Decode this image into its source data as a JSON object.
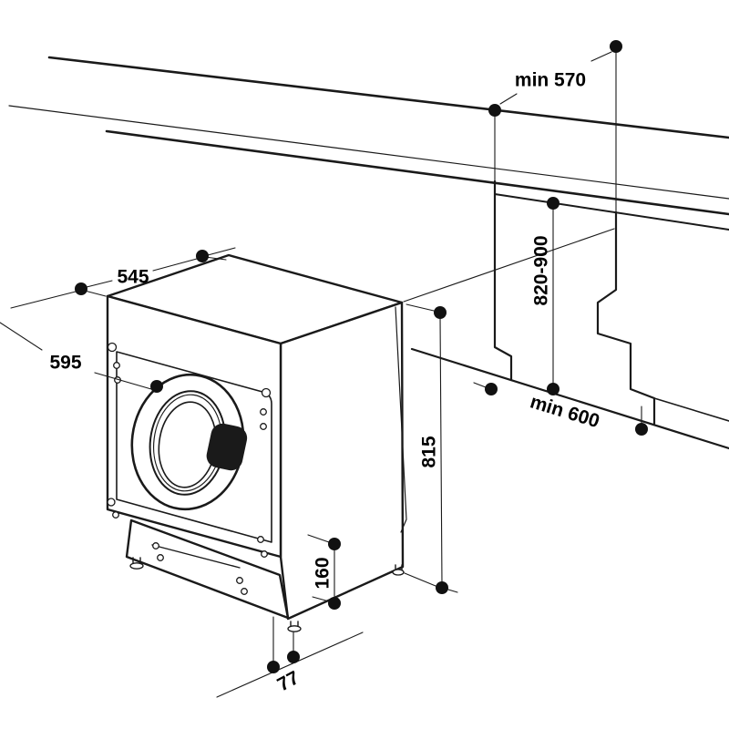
{
  "diagram": {
    "type": "technical-installation-drawing",
    "description": "Built-in washing machine under-counter installation drawing with niche dimensions",
    "colors": {
      "line": "#1a1a1a",
      "background": "#ffffff",
      "label": "#000000",
      "handle_fill": "#1a1a1a"
    },
    "labels": {
      "min570": "min 570",
      "h820_900": "820-900",
      "d545": "545",
      "w595": "595",
      "min600": "min 600",
      "h815": "815",
      "h160": "160",
      "h77": "77"
    }
  }
}
